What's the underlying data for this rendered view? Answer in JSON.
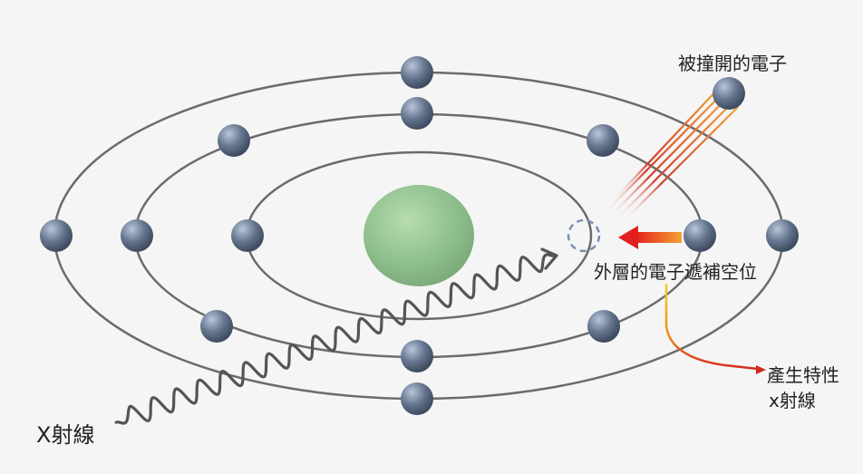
{
  "labels": {
    "ejected_electron": "被撞開的電子",
    "outer_electron_fills_vacancy": "外層的電子遞補空位",
    "characteristic_line1": "產生特性",
    "characteristic_line2": "x射線",
    "xray": "X射線"
  },
  "colors": {
    "background": "#f5f5f5",
    "orbit": "#666666",
    "electron": "#5c6c85",
    "nucleus": "#8fc08f",
    "arrow_start": "#f3a330",
    "arrow_end": "#e31e1e",
    "vacancy": "#7a8fb3",
    "wave": "#555555"
  }
}
